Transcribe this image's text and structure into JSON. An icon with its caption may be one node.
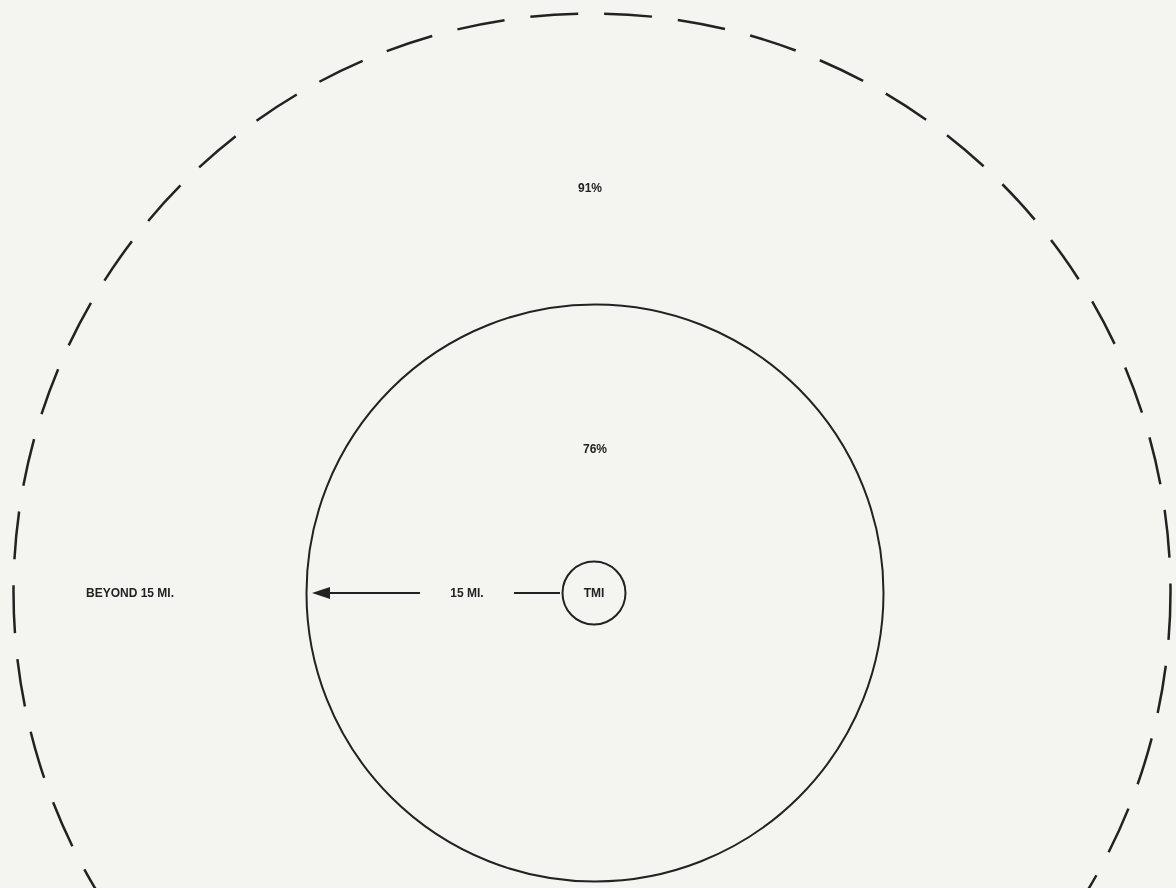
{
  "diagram": {
    "nodes": [
      {
        "text": [
          "91%",
          "BEYOND 15 MI."
        ]
      },
      {
        "text": [
          "76%"
        ],
        "in": 0
      },
      {
        "text": [
          "TMI"
        ],
        "in": 1
      }
    ],
    "labels": [
      "15 MI."
    ]
  }
}
